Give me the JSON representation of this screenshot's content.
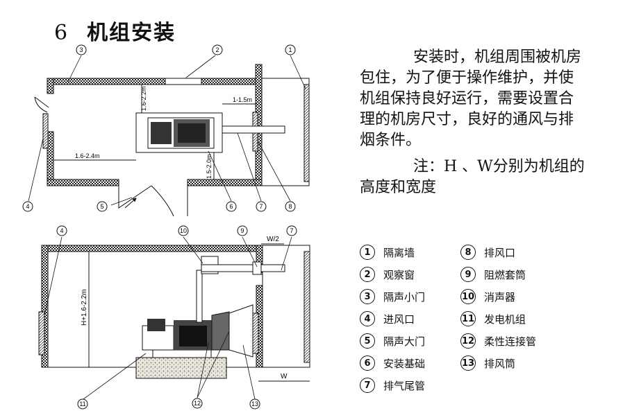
{
  "title": {
    "number": "6",
    "text": "机组安装"
  },
  "description": {
    "paragraph": "安装时，机组周围被机房包住，为了便于操作维护，并使机组保持良好运行，需要设置合理的机房尺寸，良好的通风与排烟条件。",
    "note": "注：H 、W分别为机组的高度和宽度"
  },
  "dimensions": {
    "top_clear": "1.6-2.2m",
    "exhaust_clear": "1-1.5m",
    "side_clear": "1.6-2.4m",
    "bottom_clear": "1.5-2.0m",
    "half_width": "W/2",
    "height_clear": "H+1.6-2.2m",
    "width": "W"
  },
  "callouts": [
    "1",
    "2",
    "3",
    "4",
    "5",
    "6",
    "7",
    "8",
    "9",
    "10",
    "11",
    "12",
    "13"
  ],
  "legend": [
    {
      "num": "1",
      "label": "隔离墙"
    },
    {
      "num": "2",
      "label": "观察窗"
    },
    {
      "num": "3",
      "label": "隔声小门"
    },
    {
      "num": "4",
      "label": "进风口"
    },
    {
      "num": "5",
      "label": "隔声大门"
    },
    {
      "num": "6",
      "label": "安装基础"
    },
    {
      "num": "7",
      "label": "排气尾管"
    },
    {
      "num": "8",
      "label": "排风口"
    },
    {
      "num": "9",
      "label": "阻燃套筒"
    },
    {
      "num": "10",
      "label": "消声器"
    },
    {
      "num": "11",
      "label": "发电机组"
    },
    {
      "num": "12",
      "label": "柔性连接管"
    },
    {
      "num": "13",
      "label": "排风筒"
    }
  ]
}
